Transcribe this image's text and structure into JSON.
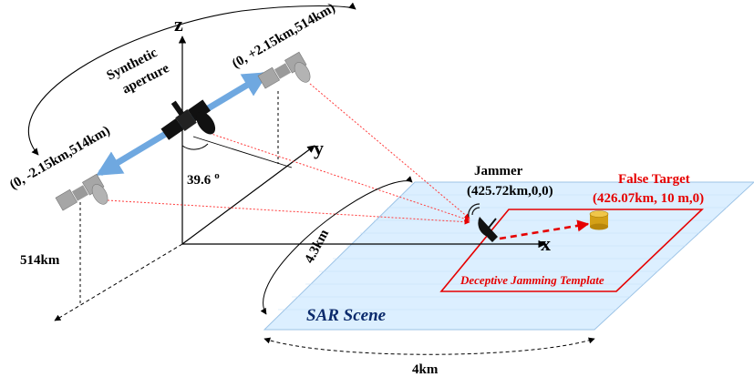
{
  "axes": {
    "x": "x",
    "y": "y",
    "z": "z"
  },
  "labels": {
    "synthetic_aperture_line1": "Synthetic",
    "synthetic_aperture_line2": "aperture",
    "pos_plus": "(0, +2.15km,514km)",
    "pos_minus": "(0, -2.15km,514km)",
    "angle": "39.6",
    "angle_unit": "o",
    "altitude": "514km",
    "jammer_title": "Jammer",
    "jammer_coords": "(425.72km,0,0)",
    "false_target_title": "False Target",
    "false_target_coords": "(426.07km, 10 m,0)",
    "range_dist": "4.3km",
    "scene_width": "4km",
    "scene_name": "SAR Scene",
    "template_name": "Deceptive Jamming Template"
  },
  "colors": {
    "scene_fill": "#dcefff",
    "template_stroke": "#e60000",
    "signal_lines": "#ff3b3b",
    "aperture_track": "#6fa8e0",
    "false_target": "#d4a017",
    "satellite_gray": "#a6a6a6",
    "satellite_black": "#111111"
  },
  "icons": {
    "satellite_left": "satellite-icon",
    "satellite_center": "satellite-icon",
    "satellite_right": "satellite-icon",
    "jammer": "radar-dish-icon",
    "false_target": "cylinder-target-icon"
  }
}
